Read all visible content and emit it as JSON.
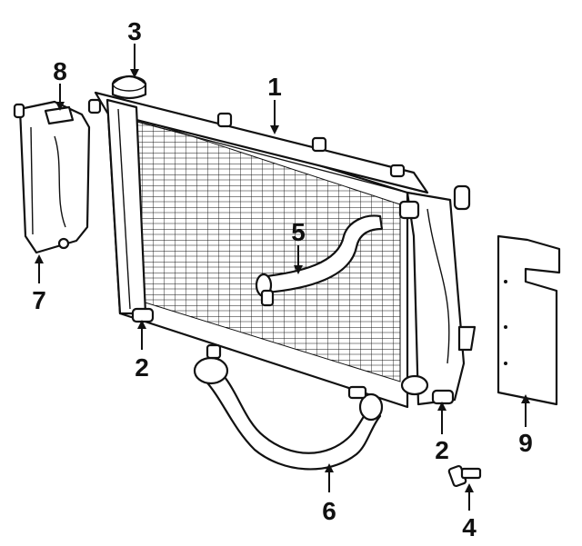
{
  "callouts": {
    "radiator": "1",
    "drain_cock_left": "2",
    "drain_cock_right": "2",
    "radiator_cap": "3",
    "bolt": "4",
    "upper_hose": "5",
    "lower_hose": "6",
    "reservoir": "7",
    "reservoir_cap": "8",
    "side_seal": "9"
  }
}
